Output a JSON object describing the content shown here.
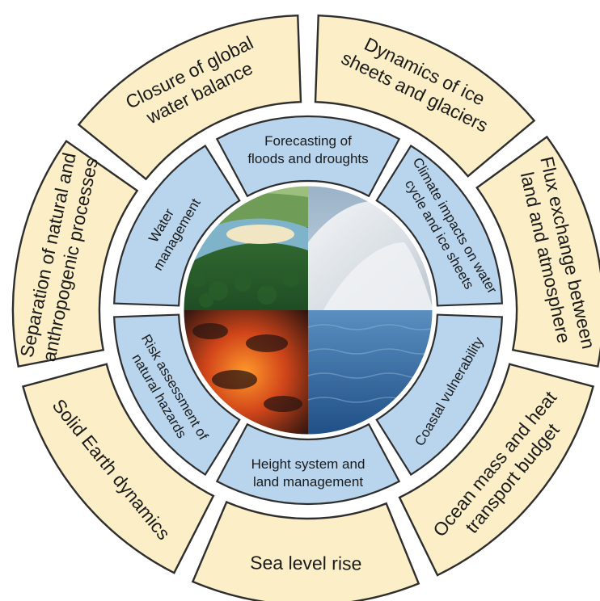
{
  "colors": {
    "outer_fill": "#fcefc7",
    "inner_fill": "#b9d5ee",
    "outline": "#2e2e2e"
  },
  "outer_ring": [
    {
      "lines": [
        "Closure of global",
        "water balance"
      ]
    },
    {
      "lines": [
        "Dynamics of ice",
        "sheets and glaciers"
      ]
    },
    {
      "lines": [
        "Flux exchange between",
        "land and atmosphere"
      ]
    },
    {
      "lines": [
        "Ocean mass and heat",
        "transport budget"
      ]
    },
    {
      "lines": [
        "Sea level rise"
      ]
    },
    {
      "lines": [
        "Solid Earth dynamics"
      ]
    },
    {
      "lines": [
        "Separation of natural and",
        "anthropogenic processes"
      ]
    }
  ],
  "inner_ring": [
    {
      "lines": [
        "Forecasting of",
        "floods and droughts"
      ]
    },
    {
      "lines": [
        "Climate impacts on water",
        "cycle and ice sheets"
      ]
    },
    {
      "lines": [
        "Coastal vulnerability"
      ]
    },
    {
      "lines": [
        "Height system and",
        "land management"
      ]
    },
    {
      "lines": [
        "Risk assessment of",
        "natural hazards"
      ]
    },
    {
      "lines": [
        "Water",
        "management"
      ]
    }
  ],
  "center_images": [
    {
      "icon": "river-landscape-photo"
    },
    {
      "icon": "ice-sheet-photo"
    },
    {
      "icon": "lava-fire-photo"
    },
    {
      "icon": "ocean-water-photo"
    }
  ]
}
